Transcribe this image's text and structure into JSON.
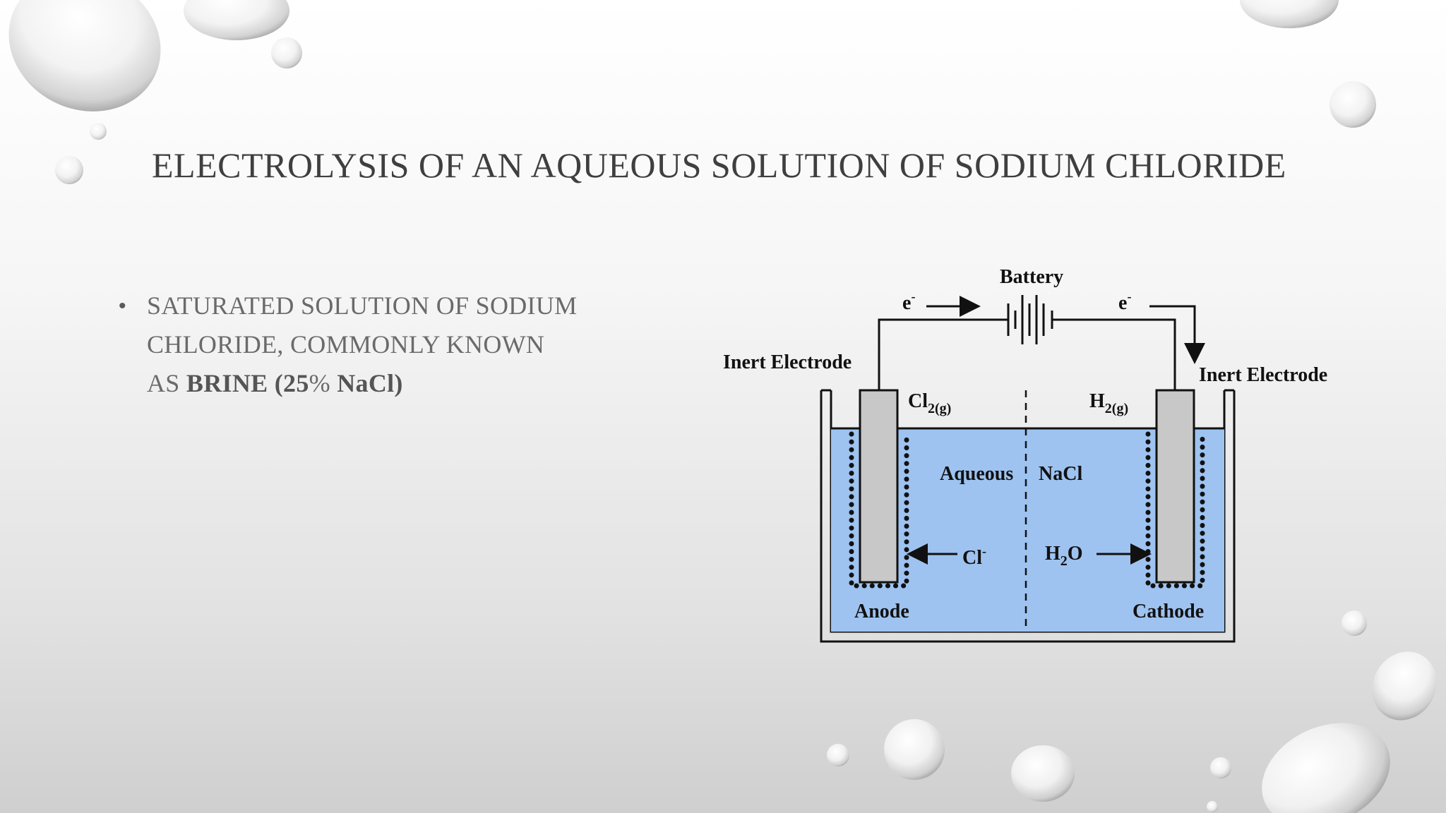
{
  "slide": {
    "title": "ELECTROLYSIS OF AN AQUEOUS SOLUTION OF SODIUM CHLORIDE",
    "bullet": {
      "line1": "SATURATED SOLUTION OF SODIUM",
      "line2": "CHLORIDE, COMMONLY KNOWN",
      "line3_prefix": "AS ",
      "line3_bold_a": "BRINE (25",
      "line3_pct": "%",
      "line3_bold_b": " NaCl)"
    }
  },
  "diagram": {
    "battery": "Battery",
    "electron_left": "e",
    "electron_right": "e",
    "electron_charge": "-",
    "inert_left": "Inert Electrode",
    "inert_right": "Inert Electrode",
    "cl2": "Cl",
    "cl2_sub": "2(g)",
    "h2": "H",
    "h2_sub": "2(g)",
    "aqueous": "Aqueous",
    "nacl": "NaCl",
    "cl_ion": "Cl",
    "cl_ion_charge": "-",
    "h2o_h": "H",
    "h2o_sub": "2",
    "h2o_o": "O",
    "anode": "Anode",
    "cathode": "Cathode",
    "colors": {
      "solution": "#9ec3f0",
      "electrode": "#c8c8c8",
      "stroke": "#111111"
    }
  }
}
